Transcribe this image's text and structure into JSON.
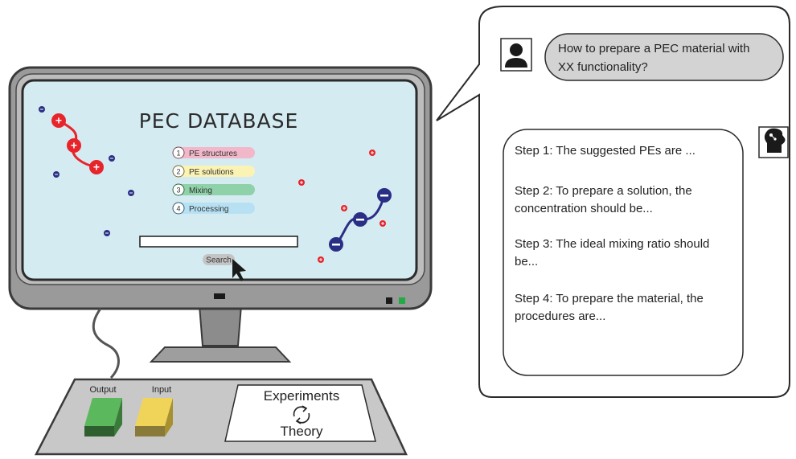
{
  "screen": {
    "title": "PEC DATABASE",
    "menu": [
      {
        "num": "1",
        "label": "PE structures",
        "color": "#f2b8c9"
      },
      {
        "num": "2",
        "label": "PE solutions",
        "color": "#fbf3b4"
      },
      {
        "num": "3",
        "label": "Mixing",
        "color": "#8fd1a8"
      },
      {
        "num": "4",
        "label": "Processing",
        "color": "#b7e1f3"
      }
    ],
    "search_placeholder": "",
    "search_label": "Search",
    "positive_symbol": "+",
    "negative_symbol": "−"
  },
  "chat": {
    "question": [
      "How to prepare a PEC material with",
      "XX functionality?"
    ],
    "steps": [
      [
        "Step 1: The suggested PEs are ..."
      ],
      [
        "Step 2: To prepare a solution, the",
        "concentration should be..."
      ],
      [
        "Step 3: The ideal mixing ratio should",
        "be..."
      ],
      [
        "Step 4: To prepare the material, the",
        "procedures are..."
      ]
    ]
  },
  "keyboard": {
    "output_label": "Output",
    "input_label": "Input",
    "panel_top": "Experiments",
    "panel_bottom": "Theory"
  },
  "colors": {
    "screen_bg": "#d5ebf2",
    "bezel": "#9a9a9a",
    "positive": "#e8242b",
    "negative": "#2a2f86",
    "output_key": "#5cb85c",
    "input_key": "#f0d45a"
  }
}
